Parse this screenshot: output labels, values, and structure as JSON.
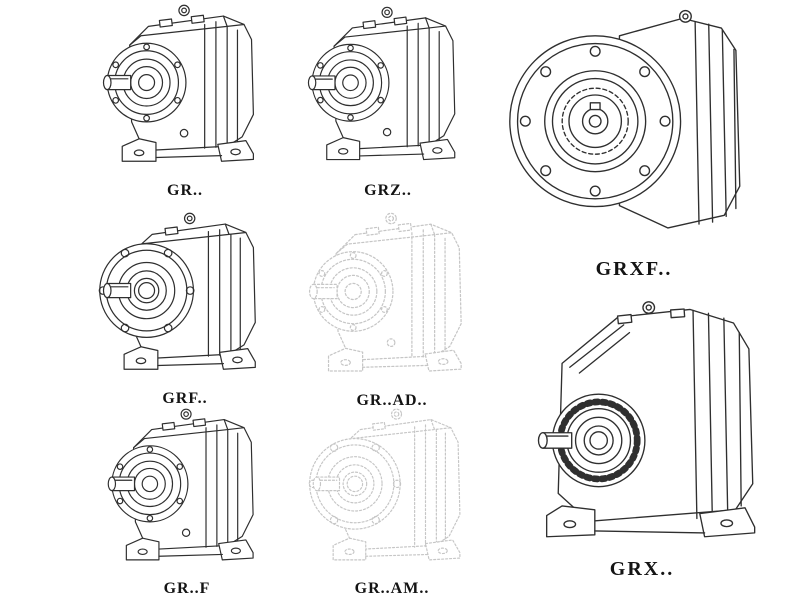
{
  "page": {
    "background": "#ffffff",
    "line_color": "#2f2f2f",
    "ghost_line_color": "#c6c6c6",
    "description": "Catalog sheet of gear reducer model line drawings"
  },
  "items": [
    {
      "id": "gr",
      "label": "GR..",
      "style": "solid",
      "drawing": "foot-mounted-helical-gearbox"
    },
    {
      "id": "grz",
      "label": "GRZ..",
      "style": "solid",
      "drawing": "foot-mounted-helical-gearbox"
    },
    {
      "id": "grxf",
      "label": "GRXF..",
      "style": "solid",
      "drawing": "flange-front-gearbox"
    },
    {
      "id": "grf",
      "label": "GRF..",
      "style": "solid",
      "drawing": "flange-foot-gearbox"
    },
    {
      "id": "gr-ad",
      "label": "GR..AD..",
      "style": "ghost",
      "drawing": "foot-mounted-helical-gearbox"
    },
    {
      "id": "gr-f",
      "label": "GR..F",
      "style": "solid",
      "drawing": "flange-foot-gearbox"
    },
    {
      "id": "gr-am",
      "label": "GR..AM..",
      "style": "ghost",
      "drawing": "flange-foot-gearbox"
    },
    {
      "id": "grx",
      "label": "GRX..",
      "style": "solid",
      "drawing": "large-foot-mounted-gearbox"
    }
  ]
}
